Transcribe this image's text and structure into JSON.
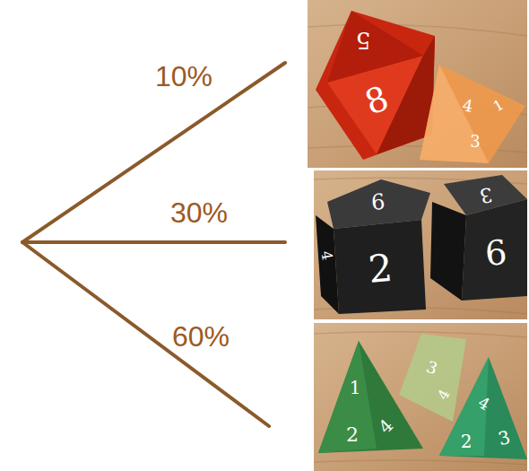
{
  "diagram": {
    "labels": [
      "10%",
      "30%",
      "60%",
      "5",
      "8",
      "4",
      "1",
      "3",
      "9",
      "2",
      "4",
      "3",
      "6",
      "1",
      "2",
      "4",
      "3",
      "4",
      "4",
      "2",
      "3"
    ]
  }
}
